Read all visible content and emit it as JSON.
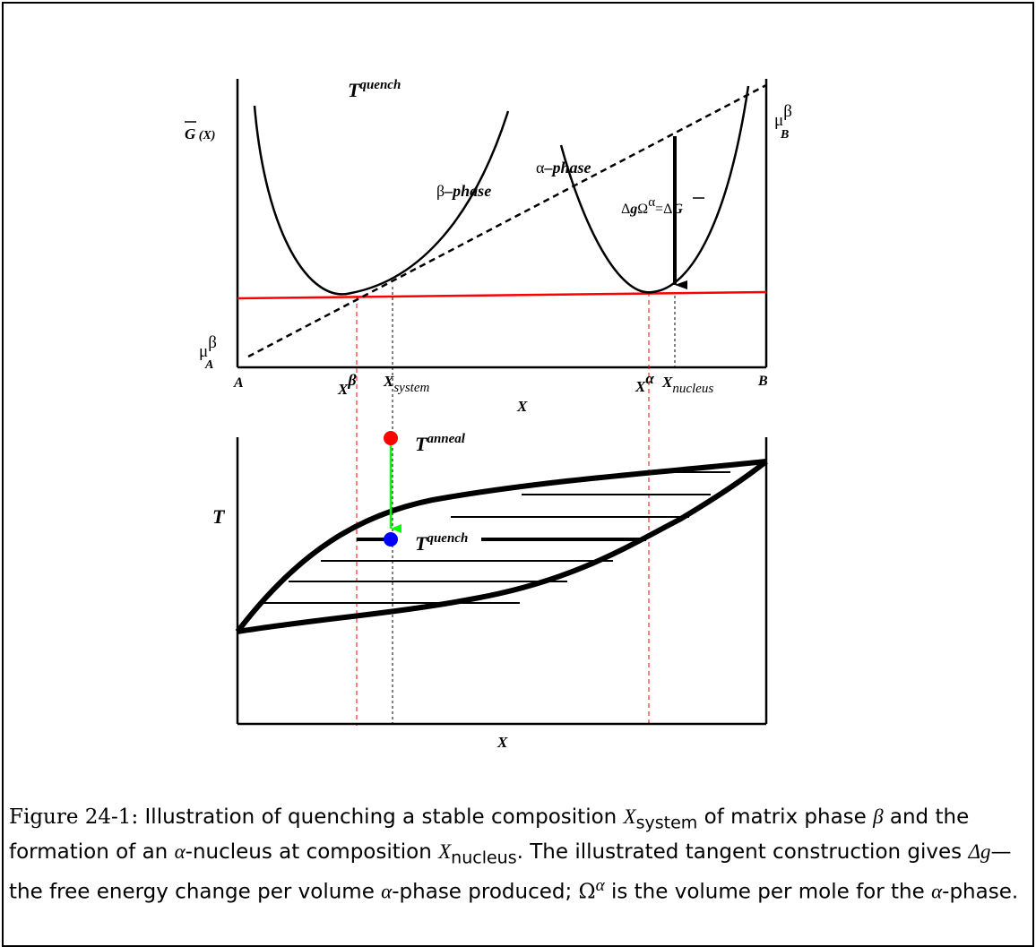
{
  "top_plot": {
    "y_label": "Ḡ (X)",
    "y_label_main": "G",
    "y_label_arg": " (X)",
    "title_sup": "quench",
    "title_base": "T",
    "beta_phase_label": {
      "sym": "β",
      "text": "–phase"
    },
    "alpha_phase_label": {
      "sym": "α",
      "text": "–phase"
    },
    "mu_A": {
      "base": "μ",
      "sub": "A",
      "sup": "β"
    },
    "mu_B": {
      "base": "μ",
      "sub": "B",
      "sup": "β"
    },
    "delta_label": {
      "p1": "Δ",
      "p2": "g",
      "p3": "Ω",
      "sup": "α",
      "p4": "=Δ",
      "p5": "G"
    },
    "x_ticks": {
      "A": "A",
      "B": "B",
      "x_beta_base": "X",
      "x_beta_sup": "β",
      "x_system_base": "X",
      "x_system_sub": "system",
      "x_alpha_base": "X",
      "x_alpha_sup": "α",
      "x_nucleus_base": "X",
      "x_nucleus_sub": "nucleus"
    },
    "x_axis_label": "X"
  },
  "bottom_plot": {
    "y_label": "T",
    "anneal_base": "T",
    "anneal_sup": "anneal",
    "quench_base": "T",
    "quench_sup": "quench",
    "x_axis_label": "X"
  },
  "colors": {
    "tangent_line": "#ff0000",
    "guide_red": "#ff0000",
    "anneal_dot": "#ff0000",
    "quench_dot": "#0000ff",
    "quench_arrow": "#00ff00"
  },
  "caption": {
    "figure_label": "Figure 24-1:",
    "t1": " Illustration of quenching a stable composition ",
    "x_system_base": "X",
    "x_system_sub": "system",
    "t2": " of matrix phase ",
    "beta": "β",
    "t3": " and the formation of an ",
    "alpha": "α",
    "t4": "-nucleus at composition ",
    "x_nucleus_base": "X",
    "x_nucleus_sub": "nucleus",
    "t5": ". The illustrated tangent construction gives ",
    "delta_g": "Δg",
    "t6": "—the free energy change per volume ",
    "alpha2": "α",
    "t7": "-phase produced; ",
    "omega": "Ω",
    "omega_sup": "α",
    "t8": " is the volume per mole for the ",
    "alpha3": "α",
    "t9": "-phase."
  }
}
